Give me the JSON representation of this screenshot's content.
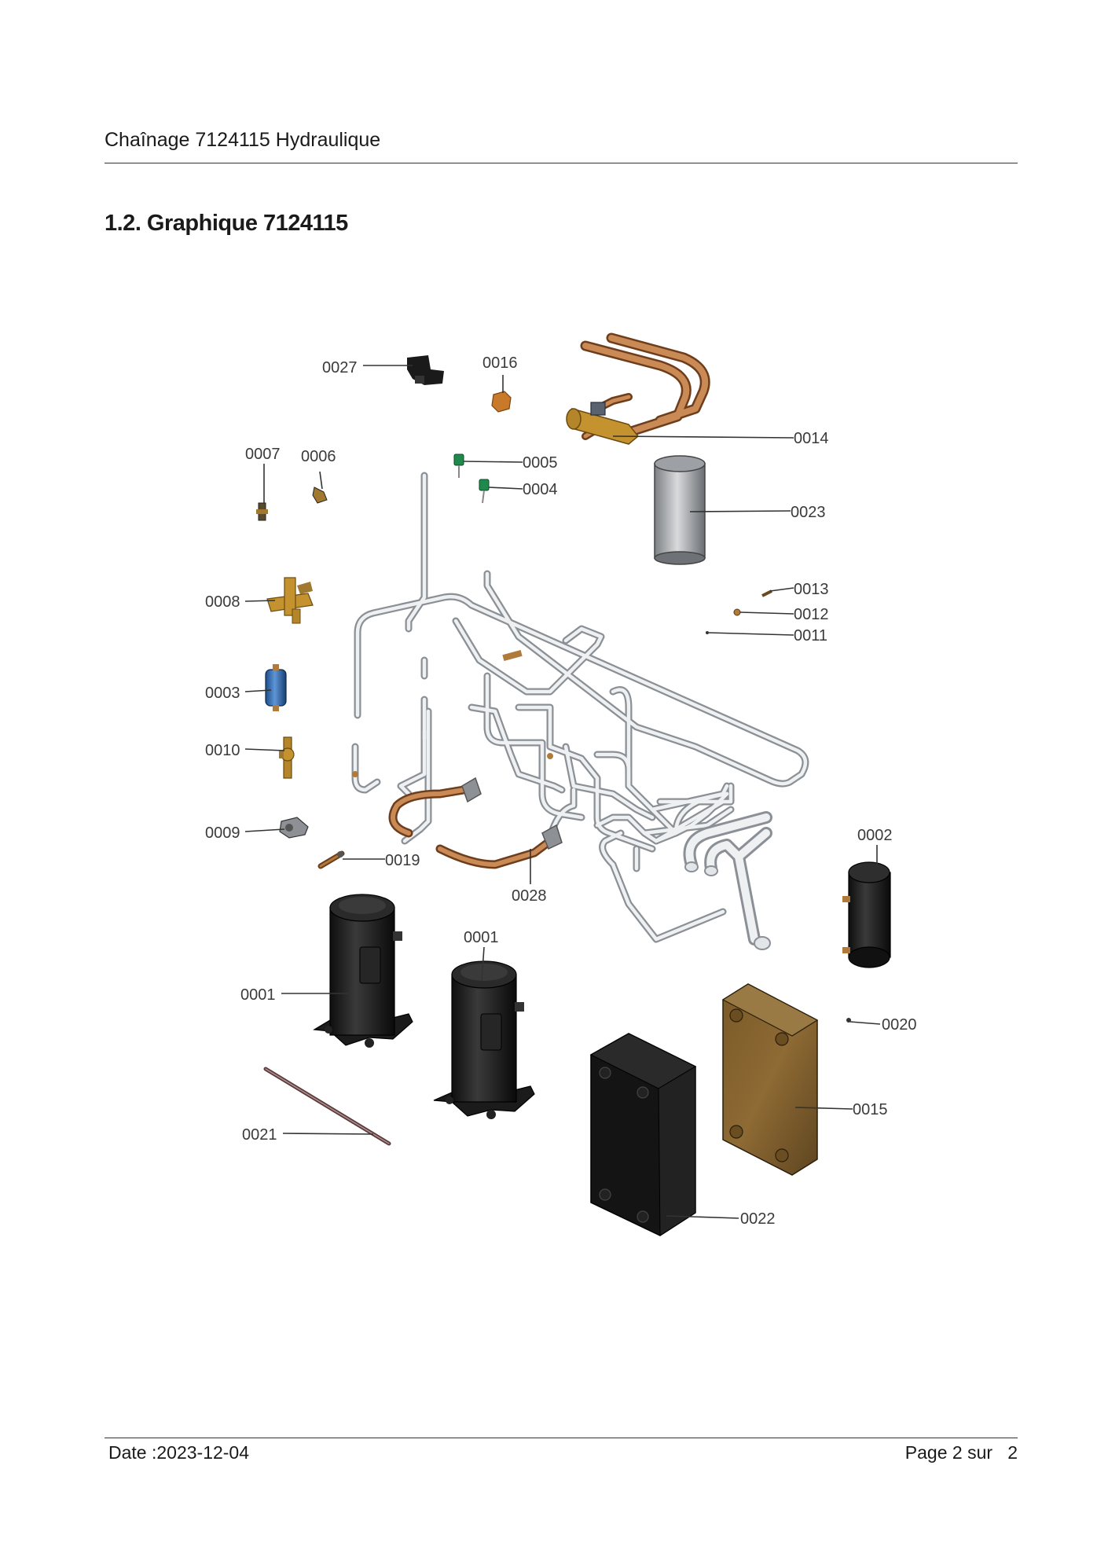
{
  "header": {
    "title": "Chaînage 7124115 Hydraulique"
  },
  "section": {
    "title": "1.2. Graphique 7124115"
  },
  "footer": {
    "date": "Date :2023-12-04",
    "page": "Page 2 sur   2"
  },
  "callouts": {
    "c0027": "0027",
    "c0016": "0016",
    "c0014": "0014",
    "c0007": "0007",
    "c0006": "0006",
    "c0005": "0005",
    "c0004": "0004",
    "c0023": "0023",
    "c0013": "0013",
    "c0012": "0012",
    "c0011": "0011",
    "c0008": "0008",
    "c0003": "0003",
    "c0010": "0010",
    "c0009": "0009",
    "c0019": "0019",
    "c0028": "0028",
    "c0002": "0002",
    "c0001a": "0001",
    "c0001b": "0001",
    "c0020": "0020",
    "c0015": "0015",
    "c0021": "0021",
    "c0022": "0022"
  }
}
